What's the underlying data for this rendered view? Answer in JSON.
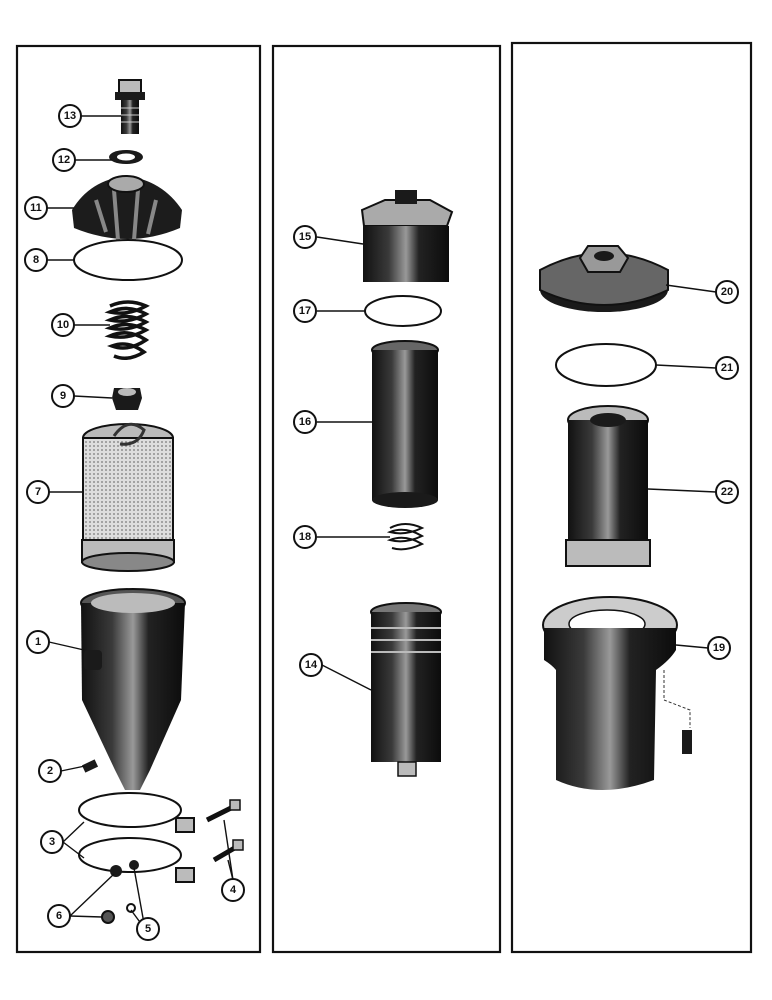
{
  "parts": {
    "p1": "1",
    "p2": "2",
    "p3": "3",
    "p4": "4",
    "p5": "5",
    "p6": "6",
    "p7": "7",
    "p8": "8",
    "p9": "9",
    "p10": "10",
    "p11": "11",
    "p12": "12",
    "p13": "13",
    "p14": "14",
    "p15": "15",
    "p16": "16",
    "p17": "17",
    "p18": "18",
    "p19": "19",
    "p20": "20",
    "p21": "21",
    "p22": "22"
  }
}
